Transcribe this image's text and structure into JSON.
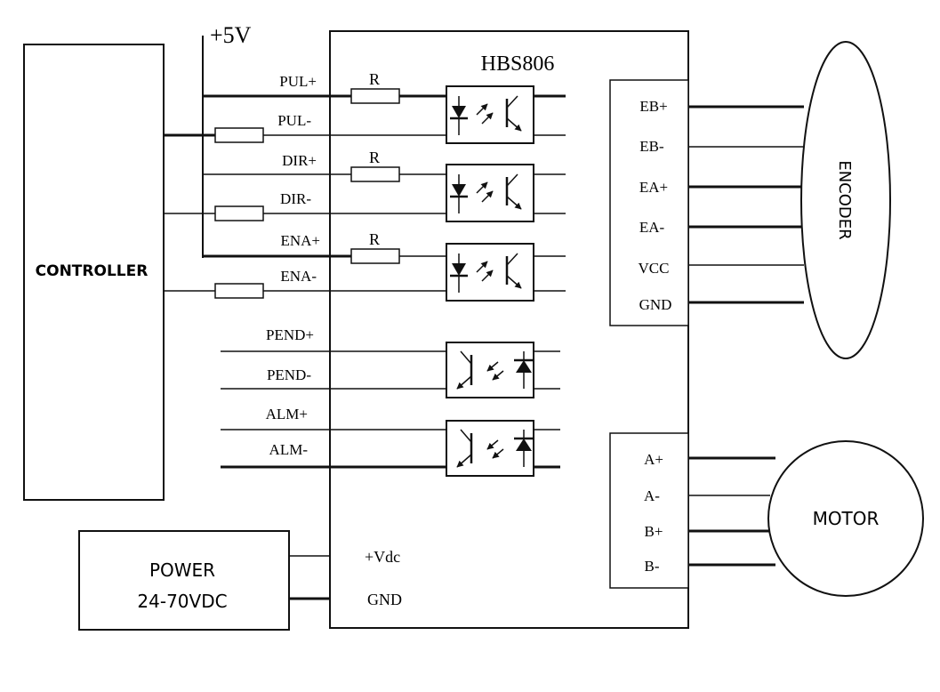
{
  "driver": {
    "model": "HBS806",
    "vdc_label": "+Vdc",
    "gnd_label": "GND"
  },
  "supply": {
    "label": "+5V"
  },
  "controller": {
    "label": "CONTROLLER"
  },
  "power": {
    "line1": "POWER",
    "line2": "24-70VDC"
  },
  "encoder": {
    "label": "ENCODER",
    "pins": [
      "EB+",
      "EB-",
      "EA+",
      "EA-",
      "VCC",
      "GND"
    ]
  },
  "motor": {
    "label": "MOTOR",
    "pins": [
      "A+",
      "A-",
      "B+",
      "B-"
    ]
  },
  "inputs": {
    "pul_plus": "PUL+",
    "pul_minus": "PUL-",
    "dir_plus": "DIR+",
    "dir_minus": "DIR-",
    "ena_plus": "ENA+",
    "ena_minus": "ENA-"
  },
  "outputs": {
    "pend_plus": "PEND+",
    "pend_minus": "PEND-",
    "alm_plus": "ALM+",
    "alm_minus": "ALM-"
  },
  "resistor_label": "R"
}
